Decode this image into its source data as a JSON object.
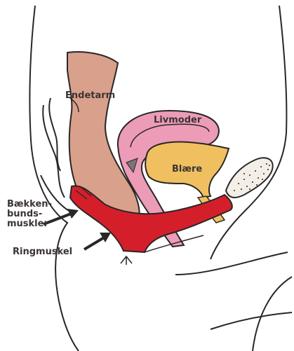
{
  "labels": {
    "endetarm": "Endetarm",
    "livmoder": "Livmoder",
    "blaere": "Blære",
    "baekkenbund_line1": "Bækken-",
    "baekkenbund_line2": "bunds-",
    "baekkenbund_line3": "muskler",
    "ringmuskel": "Ringmuskel"
  },
  "colors": {
    "outline": "#2a2626",
    "rectum": "#d9a08c",
    "uterus": "#ec9cb7",
    "bladder": "#f0c060",
    "pelvic_floor": "#d41f2b",
    "background": "#ffffff"
  }
}
